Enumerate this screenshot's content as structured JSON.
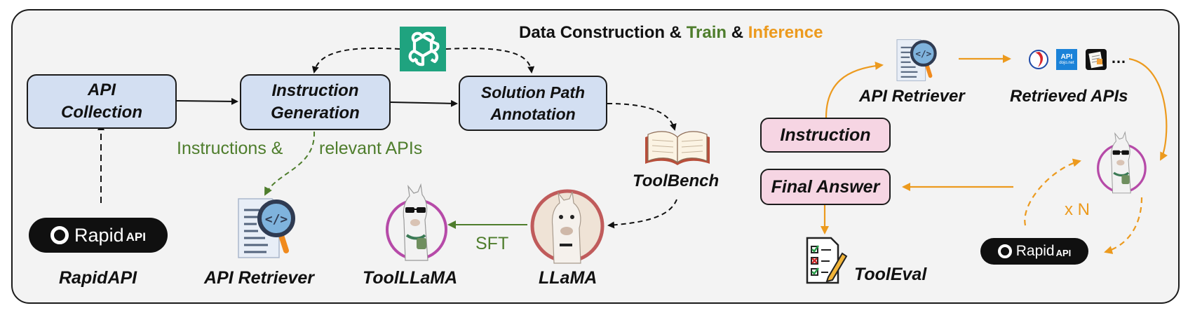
{
  "title": {
    "part1": "Data Construction &",
    "part2": "Train",
    "part3": "&",
    "part4": "Inference"
  },
  "nodes": {
    "api_collection": "API\nCollection",
    "instruction_generation": "Instruction\nGeneration",
    "solution_path_annotation": "Solution Path\nAnnotation",
    "instruction": "Instruction",
    "final_answer": "Final Answer"
  },
  "labels": {
    "rapidapi": "RapidAPI",
    "api_retriever_bottom": "API Retriever",
    "toolllama": "ToolLLaMA",
    "llama": "LLaMA",
    "toolbench": "ToolBench",
    "api_retriever_top": "API Retriever",
    "retrieved_apis": "Retrieved APIs",
    "tooleval": "ToolEval"
  },
  "notes": {
    "instructions_amp": "Instructions &",
    "relevant_apis": "relevant APIs",
    "sft": "SFT",
    "times_n": "x N",
    "ellipsis": "…"
  },
  "logos": {
    "rapid_word": "Rapid",
    "api_word": "API",
    "api_dojo_top": "API",
    "api_dojo_bottom": "dojo.net"
  },
  "colors": {
    "frame_bg": "#f3f3f3",
    "blue_box": "#d3dff2",
    "pink_box": "#f6d5e3",
    "green": "#4e7d2c",
    "orange": "#ec9a1e",
    "openai": "#1fa37f"
  },
  "icons": [
    "openai-logo-icon",
    "document-search-icon",
    "open-book-icon",
    "llama-icon",
    "checklist-icon",
    "rapidapi-logo-icon"
  ]
}
